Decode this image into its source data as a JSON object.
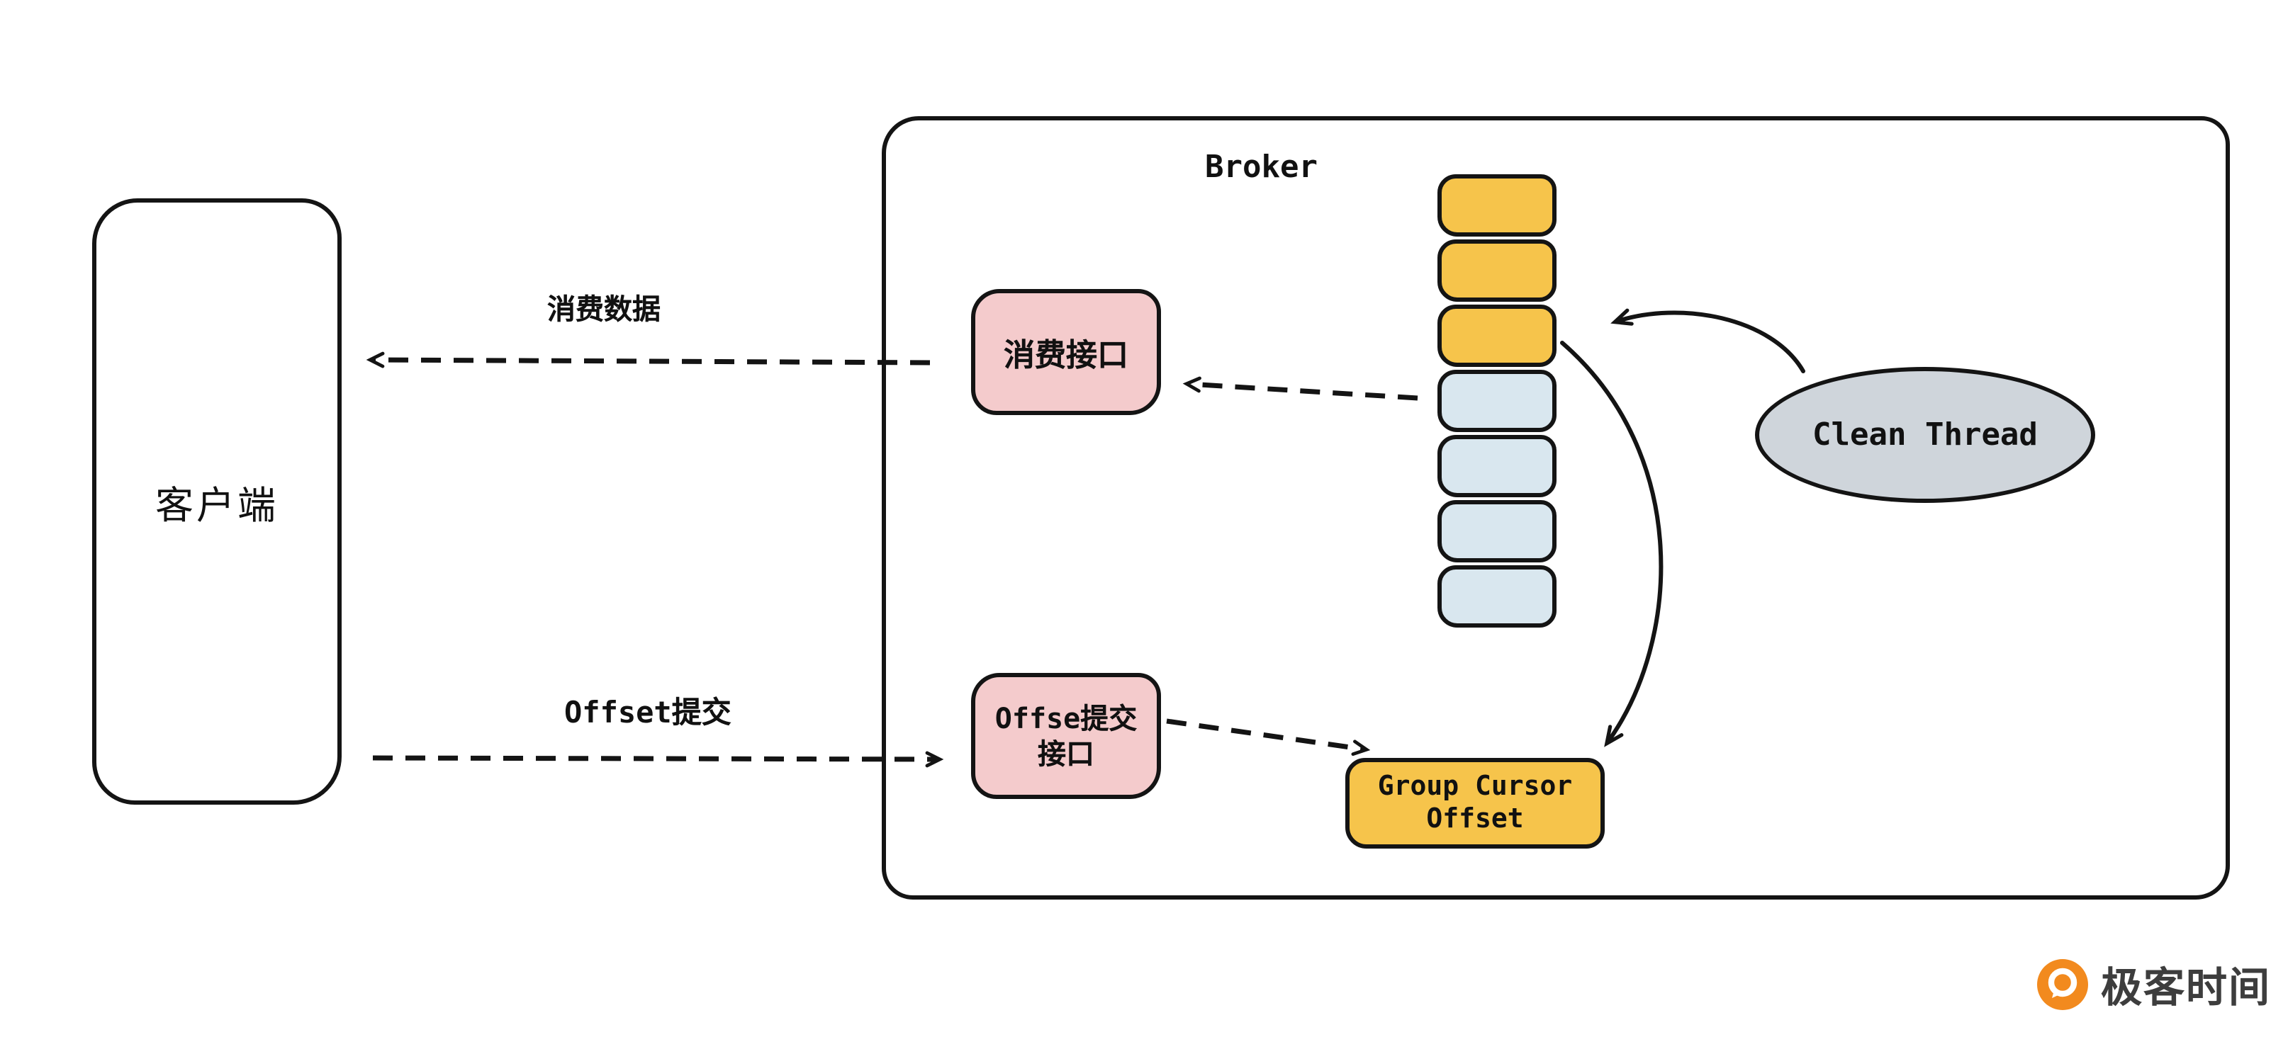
{
  "diagram": {
    "client": {
      "label": "客户端"
    },
    "broker": {
      "label": "Broker"
    },
    "consume_interface": {
      "label": "消费接口"
    },
    "offset_interface": {
      "lines": [
        "Offse提交",
        "接口"
      ]
    },
    "message_queue": {
      "blocks": [
        "yellow",
        "yellow",
        "yellow",
        "blue",
        "blue",
        "blue",
        "blue"
      ]
    },
    "group_cursor": {
      "lines": [
        "Group Cursor",
        "Offset"
      ]
    },
    "clean_thread": {
      "label": "Clean Thread"
    },
    "arrows": {
      "consume_data_label": "消费数据",
      "offset_commit_label": "Offset提交"
    },
    "colors": {
      "yellow_block": "#F6C44B",
      "blue_block": "#D9E7EF",
      "pink_box": "#F4CBCC",
      "gray_ellipse": "#CFD5DB",
      "stroke": "#141414",
      "background": "#FFFFFF",
      "logo_orange": "#F28A1E"
    }
  },
  "footer": {
    "logo_text": "极客时间"
  }
}
